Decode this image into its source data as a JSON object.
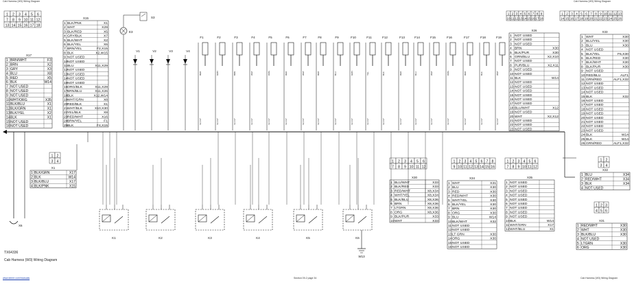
{
  "header": {
    "left": "Cab Harness (W3) Wiring Diagram",
    "right": "Cab Harness (W3) Wiring Diagram"
  },
  "footer": {
    "left": "www.deere.com/manuals",
    "center": "Section 09-2 page 34",
    "right": "Cab Harness (W3) Wiring Diagram"
  },
  "diagram": {
    "code": "TX64336",
    "title": "Cab Harness (W3) Wiring Diagram",
    "fuse_labels": [
      "F1",
      "F2",
      "F3",
      "F4",
      "F5",
      "F6",
      "F7",
      "F8",
      "F9",
      "F10",
      "F11",
      "F12",
      "F13",
      "F14",
      "F15",
      "F16",
      "F17",
      "F18",
      "F19"
    ],
    "diode_labels": [
      "V1",
      "V2",
      "V3",
      "V4"
    ],
    "relay_labels": [
      "K1",
      "K2",
      "K3",
      "K4",
      "K5",
      "K6"
    ],
    "lamp_label": "E3",
    "switch_label": "S3",
    "ground_labels": [
      "X6",
      "W13"
    ],
    "connectors": {
      "x15": {
        "name": "X15",
        "rows": [
          [
            "1",
            "BLK/PNK",
            "X1"
          ],
          [
            "2",
            "WHT",
            "X29"
          ],
          [
            "3",
            "BLK/RED",
            "X5"
          ],
          [
            "4",
            "GRY/BLK",
            "X7"
          ],
          [
            "5",
            "BLK/WHT",
            "X2"
          ],
          [
            "6",
            "BLK/YEL",
            "X6"
          ],
          [
            "7",
            "BRN/YEL",
            "F2,X15"
          ],
          [
            "8",
            "BLK",
            "X2,W15"
          ],
          [
            "9",
            "NOT USED",
            ""
          ],
          [
            "10",
            "NOT USED",
            ""
          ],
          [
            "11",
            "BLU",
            "X11,X29"
          ],
          [
            "12",
            "NOT USED",
            ""
          ],
          [
            "13",
            "NOT USED",
            ""
          ],
          [
            "14",
            "NOT USED",
            ""
          ],
          [
            "15",
            "NOT USED",
            ""
          ],
          [
            "16",
            "ORG/BLK",
            "X11,X29"
          ],
          [
            "17",
            "BRN/BLU",
            "X11,X26"
          ],
          [
            "18",
            "BLK",
            "X12,W14"
          ],
          [
            "19",
            "WHT/GRN",
            "X8"
          ],
          [
            "20",
            "RED/BLK",
            "X1"
          ],
          [
            "21",
            "WHT/BLK",
            "X10,X30"
          ],
          [
            "22",
            "YEL/BLK",
            "X8"
          ],
          [
            "23",
            "RED/WHT",
            "X16"
          ],
          [
            "24",
            "BRN/YEL",
            "F1"
          ],
          [
            "25",
            "BLK",
            "F4,X15"
          ]
        ]
      },
      "x17": {
        "name": "X17",
        "rows": [
          [
            "1",
            "BRN/WHT",
            "F3"
          ],
          [
            "2",
            "BRN",
            "X2"
          ],
          [
            "3",
            "GRY",
            "X3"
          ],
          [
            "4",
            "BLU",
            "X8"
          ],
          [
            "5",
            "RED",
            "X5"
          ],
          [
            "6",
            "BLK",
            "W14"
          ],
          [
            "7",
            "NOT USED",
            ""
          ],
          [
            "8",
            "NOT USED",
            ""
          ],
          [
            "9",
            "NOT USED",
            ""
          ],
          [
            "10",
            "WHT/ORG",
            "X35"
          ],
          [
            "11",
            "BLK/BLU",
            "X1"
          ],
          [
            "12",
            "BLK/GRN",
            "X1"
          ],
          [
            "13",
            "BLK/YEL",
            "X2"
          ],
          [
            "14",
            "BLK",
            "X1"
          ],
          [
            "15",
            "NOT USED",
            ""
          ],
          [
            "16",
            "NOT USED",
            ""
          ]
        ]
      },
      "x1": {
        "name": "X1",
        "rows": [
          [
            "1",
            "BLK/GRN",
            "X17"
          ],
          [
            "2",
            "BLK",
            "W14"
          ],
          [
            "3",
            "BLK/BLU",
            "X17"
          ],
          [
            "4",
            "BLK/PNK",
            "X15"
          ]
        ]
      },
      "x26": {
        "name": "X26",
        "rows": [
          [
            "1",
            "NOT USED",
            ""
          ],
          [
            "2",
            "NOT USED",
            ""
          ],
          [
            "3",
            "NOT USED",
            ""
          ],
          [
            "4",
            "BRN",
            "X30"
          ],
          [
            "5",
            "BLK/PUR",
            "X30"
          ],
          [
            "6",
            "GRN/BLU",
            "X2,X10"
          ],
          [
            "7",
            "NOT USED",
            ""
          ],
          [
            "8",
            "PUR/BLU",
            "X2,X11"
          ],
          [
            "9",
            "NOT USED",
            ""
          ],
          [
            "10",
            "NOT USED",
            ""
          ],
          [
            "11",
            "BLK",
            "W14"
          ],
          [
            "12",
            "NOT USED",
            ""
          ],
          [
            "13",
            "NOT USED",
            ""
          ],
          [
            "14",
            "NOT USED",
            ""
          ],
          [
            "15",
            "NOT USED",
            ""
          ],
          [
            "16",
            "NOT USED",
            ""
          ],
          [
            "17",
            "NOT USED",
            ""
          ],
          [
            "18",
            "BLU/WHT",
            "X12"
          ],
          [
            "19",
            "NOT USED",
            ""
          ],
          [
            "20",
            "WHT",
            "X2,X12"
          ],
          [
            "21",
            "NOT USED",
            ""
          ],
          [
            "22",
            "NOT USED",
            ""
          ],
          [
            "23",
            "NOT USED",
            ""
          ]
        ]
      },
      "x33": {
        "name": "X33",
        "rows": [
          [
            "1",
            "WHT",
            "X30"
          ],
          [
            "2",
            "BLU/YEL",
            "X30"
          ],
          [
            "3",
            "BLU",
            "X30"
          ],
          [
            "4",
            "NOT USED",
            ""
          ],
          [
            "5",
            "BLK/YEL",
            "F6,X30"
          ],
          [
            "6",
            "BLK/RED",
            "X30"
          ],
          [
            "7",
            "BLK/WHT",
            "X30"
          ],
          [
            "8",
            "BLK/PUR",
            "X30"
          ],
          [
            "9",
            "NOT USED",
            ""
          ],
          [
            "10",
            "RED/BLU",
            "ALF1"
          ],
          [
            "11",
            "GRN/RED",
            "ALF1,X32"
          ],
          [
            "12",
            "NOT USED",
            ""
          ],
          [
            "13",
            "NOT USED",
            ""
          ],
          [
            "14",
            "NOT USED",
            ""
          ],
          [
            "15",
            "BLK",
            "X32"
          ],
          [
            "16",
            "NOT USED",
            ""
          ],
          [
            "17",
            "NOT USED",
            ""
          ],
          [
            "18",
            "NOT USED",
            ""
          ],
          [
            "19",
            "NOT USED",
            ""
          ],
          [
            "20",
            "NOT USED",
            ""
          ],
          [
            "21",
            "NOT USED",
            ""
          ],
          [
            "22",
            "NOT USED",
            ""
          ],
          [
            "23",
            "NOT USED",
            ""
          ],
          [
            "24",
            "BLK",
            "W14"
          ],
          [
            "25",
            "BLK",
            "W14"
          ],
          [
            "26",
            "GRN/RED",
            "ALF1,X32"
          ]
        ]
      },
      "x30": {
        "name": "X30",
        "rows": [
          [
            "1",
            "BLU/WHT",
            "X33"
          ],
          [
            "2",
            "BLK/RED",
            "X33"
          ],
          [
            "3",
            "RED/WHT",
            "X8,X34"
          ],
          [
            "4",
            "WHT/YEL",
            "X8,X34"
          ],
          [
            "5",
            "BLK/BLU",
            "X8,X36"
          ],
          [
            "6",
            "BRN",
            "X8,X36"
          ],
          [
            "7",
            "LTGRN",
            "X8,X36"
          ],
          [
            "8",
            "ORG",
            "X8,X36"
          ],
          [
            "9",
            "BLK/PUR",
            "X33"
          ],
          [
            "10",
            "WHT",
            "X33"
          ]
        ]
      },
      "x34": {
        "name": "X34",
        "rows": [
          [
            "1",
            "WHT",
            "X31"
          ],
          [
            "2",
            "BLU",
            "X30"
          ],
          [
            "3",
            "RED",
            "X30"
          ],
          [
            "4",
            "RED/WHT",
            "X30"
          ],
          [
            "5",
            "WHT/YEL",
            "X30"
          ],
          [
            "6",
            "BLK/YEL",
            "X30"
          ],
          [
            "7",
            "BRN",
            "X30"
          ],
          [
            "8",
            "ORG",
            "X30"
          ],
          [
            "9",
            "BLU",
            "W14"
          ],
          [
            "10",
            "BLK/WHT",
            "X32"
          ],
          [
            "11",
            "NOT USED",
            ""
          ],
          [
            "12",
            "NOT USED",
            ""
          ],
          [
            "13",
            "LT GRN",
            "X30"
          ],
          [
            "14",
            "ORG",
            "X30"
          ],
          [
            "15",
            "NOT USED",
            ""
          ],
          [
            "16",
            "NOT USED",
            ""
          ]
        ]
      },
      "x35": {
        "name": "X35",
        "rows": [
          [
            "1",
            "NOT USED",
            ""
          ],
          [
            "2",
            "NOT USED",
            ""
          ],
          [
            "3",
            "NOT USED",
            ""
          ],
          [
            "4",
            "NOT USED",
            ""
          ],
          [
            "5",
            "NOT USED",
            ""
          ],
          [
            "6",
            "NOT USED",
            ""
          ],
          [
            "7",
            "NOT USED",
            ""
          ],
          [
            "8",
            "NOT USED",
            ""
          ],
          [
            "9",
            "NOT USED",
            ""
          ],
          [
            "10",
            "BLK",
            "W14"
          ],
          [
            "11",
            "WHT/GRN",
            "X17"
          ],
          [
            "12",
            "WHT/BLU",
            "X1"
          ]
        ]
      },
      "x32": {
        "name": "X32",
        "rows": [
          [
            "1",
            "BLU",
            "X34"
          ],
          [
            "2",
            "RED/WHT",
            "X34"
          ],
          [
            "3",
            "BLK",
            "X34"
          ],
          [
            "4",
            "NOT USED",
            ""
          ]
        ]
      },
      "x31": {
        "name": "X31",
        "rows": [
          [
            "1",
            "RED/WHT",
            "X30"
          ],
          [
            "2",
            "WHT",
            "X30"
          ],
          [
            "3",
            "BLK/BLU",
            "X30"
          ],
          [
            "4",
            "NOT USED",
            ""
          ],
          [
            "5",
            "LTGRN",
            "X30"
          ],
          [
            "6",
            "ORG",
            "X30"
          ]
        ]
      }
    }
  }
}
